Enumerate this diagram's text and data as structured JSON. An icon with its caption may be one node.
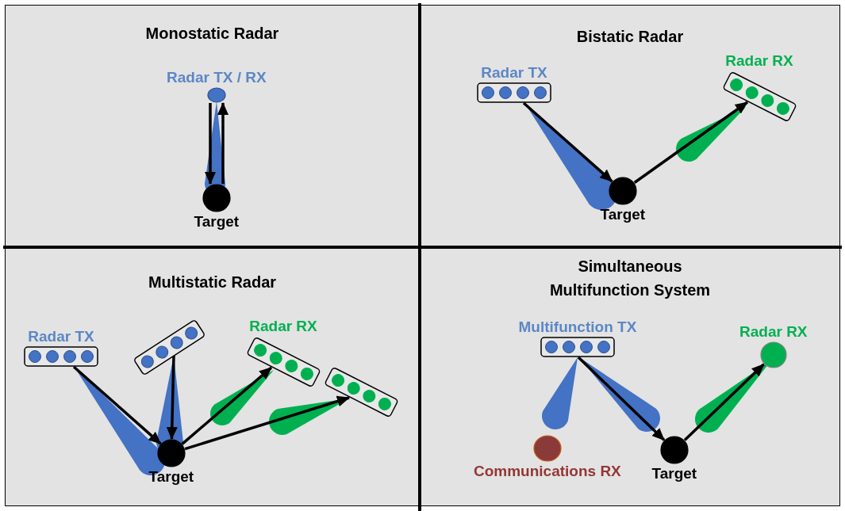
{
  "diagram": {
    "nodes": [
      {
        "text": [
          "Monostatic Radar"
        ]
      },
      {
        "text": [
          "Radar TX / RX"
        ],
        "in": 0
      },
      {
        "text": [
          "Target"
        ],
        "in": 0
      },
      {
        "text": [
          "Bistatic Radar"
        ]
      },
      {
        "text": [
          "Radar TX"
        ],
        "in": 3
      },
      {
        "text": [
          "Radar RX"
        ],
        "in": 3
      },
      {
        "text": [
          "Target"
        ],
        "in": 3
      },
      {
        "text": [
          "Multistatic Radar"
        ]
      },
      {
        "text": [
          "Radar TX"
        ],
        "in": 7
      },
      {
        "text": [],
        "shape": "bar",
        "in": 7
      },
      {
        "text": [
          "Radar RX"
        ],
        "in": 7
      },
      {
        "text": [],
        "shape": "bar",
        "in": 7
      },
      {
        "text": [
          "Target"
        ],
        "in": 7
      },
      {
        "text": [
          "Simultaneous Multifunction System"
        ]
      },
      {
        "text": [
          "Multifunction TX"
        ],
        "in": 13
      },
      {
        "text": [
          "Communications RX"
        ],
        "in": 13
      },
      {
        "text": [
          "Radar RX"
        ],
        "in": 13
      },
      {
        "text": [
          "Target"
        ],
        "in": 13
      }
    ],
    "edges": [
      {
        "from": 1,
        "to": 2,
        "arrow": "to"
      },
      {
        "from": 2,
        "to": 1,
        "arrow": "to"
      },
      {
        "from": 4,
        "to": 6,
        "arrow": "to"
      },
      {
        "from": 6,
        "to": 5,
        "arrow": "to"
      },
      {
        "from": 8,
        "to": 12,
        "arrow": "to"
      },
      {
        "from": 9,
        "to": 12,
        "arrow": "to"
      },
      {
        "from": 12,
        "to": 10,
        "arrow": "to"
      },
      {
        "from": 12,
        "to": 11,
        "arrow": "to"
      },
      {
        "from": 14,
        "to": 17,
        "arrow": "to"
      },
      {
        "from": 17,
        "to": 16,
        "arrow": "to"
      }
    ]
  }
}
